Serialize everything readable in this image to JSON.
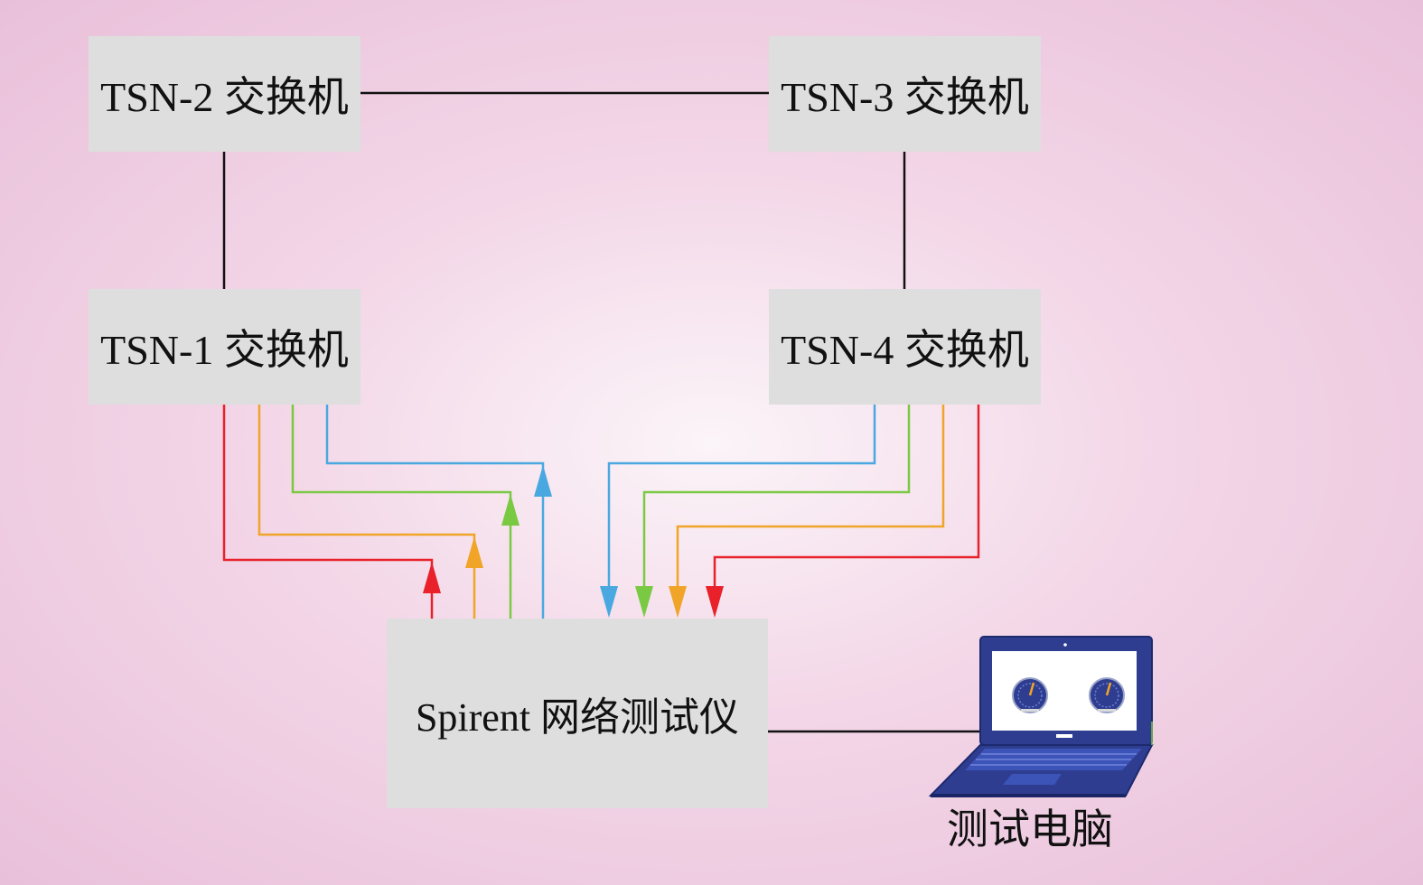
{
  "nodes": {
    "tsn1": "TSN-1 交换机",
    "tsn2": "TSN-2 交换机",
    "tsn3": "TSN-3 交换机",
    "tsn4": "TSN-4 交换机",
    "spirent": "Spirent 网络测试仪",
    "pc": "测试电脑"
  },
  "colors": {
    "red": "#e8212a",
    "orange": "#f0a428",
    "green": "#7ac943",
    "blue": "#4aa8e0",
    "black": "#111111"
  },
  "laptop_icons": [
    "gauge-icon",
    "gauge-icon"
  ]
}
